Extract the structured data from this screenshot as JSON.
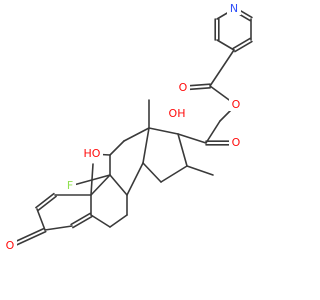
{
  "molecule": {
    "atom_labels": {
      "n_pyridine": "N",
      "o_ester_carbonyl": "O",
      "o_ester": "O",
      "oh_c17": "OH",
      "o_c20_ketone": "O",
      "ho_c11": "HO",
      "f_c9": "F",
      "o_c3_ketone": "O"
    },
    "colors": {
      "bond": "#3a3a3a",
      "oxygen": "#ff0d0d",
      "nitrogen": "#3050f8",
      "fluorine": "#90e050"
    }
  }
}
